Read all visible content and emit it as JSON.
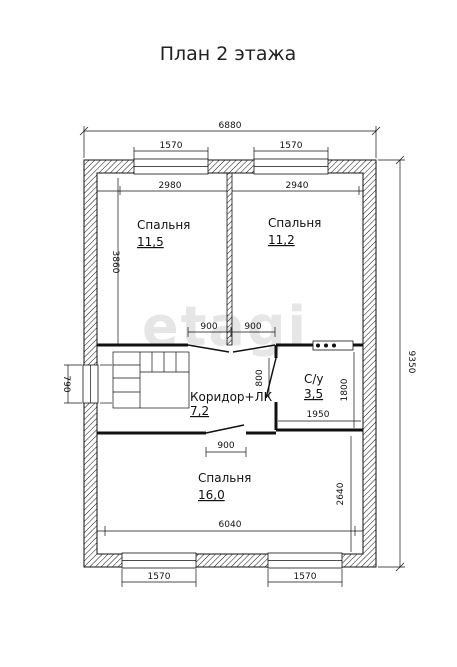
{
  "title": "План 2 этажа",
  "watermark": "etagi",
  "dimensions": {
    "overall_width": "6880",
    "overall_height": "9350",
    "top_window_left": "1570",
    "top_window_right": "1570",
    "bottom_window_left": "1570",
    "bottom_window_right": "1570",
    "bedroom1_width": "2980",
    "bedroom2_width": "2940",
    "bedroom1_height": "3860",
    "door_left": "900",
    "door_right": "900",
    "stair_opening": "790",
    "bath_door": "800",
    "bath_height": "1800",
    "bath_width": "1950",
    "corridor_door": "900",
    "bedroom3_width": "6040",
    "bedroom3_height": "2640"
  },
  "rooms": {
    "bedroom1": {
      "name": "Спальня",
      "area": "11,5"
    },
    "bedroom2": {
      "name": "Спальня",
      "area": "11,2"
    },
    "corridor": {
      "name": "Коридор+ЛК",
      "area": "7,2"
    },
    "bathroom": {
      "name": "С/у",
      "area": "3,5"
    },
    "bedroom3": {
      "name": "Спальня",
      "area": "16,0"
    }
  },
  "colors": {
    "line": "#111111",
    "wall_hatch": "#111111",
    "watermark": "#e6e6e6"
  }
}
